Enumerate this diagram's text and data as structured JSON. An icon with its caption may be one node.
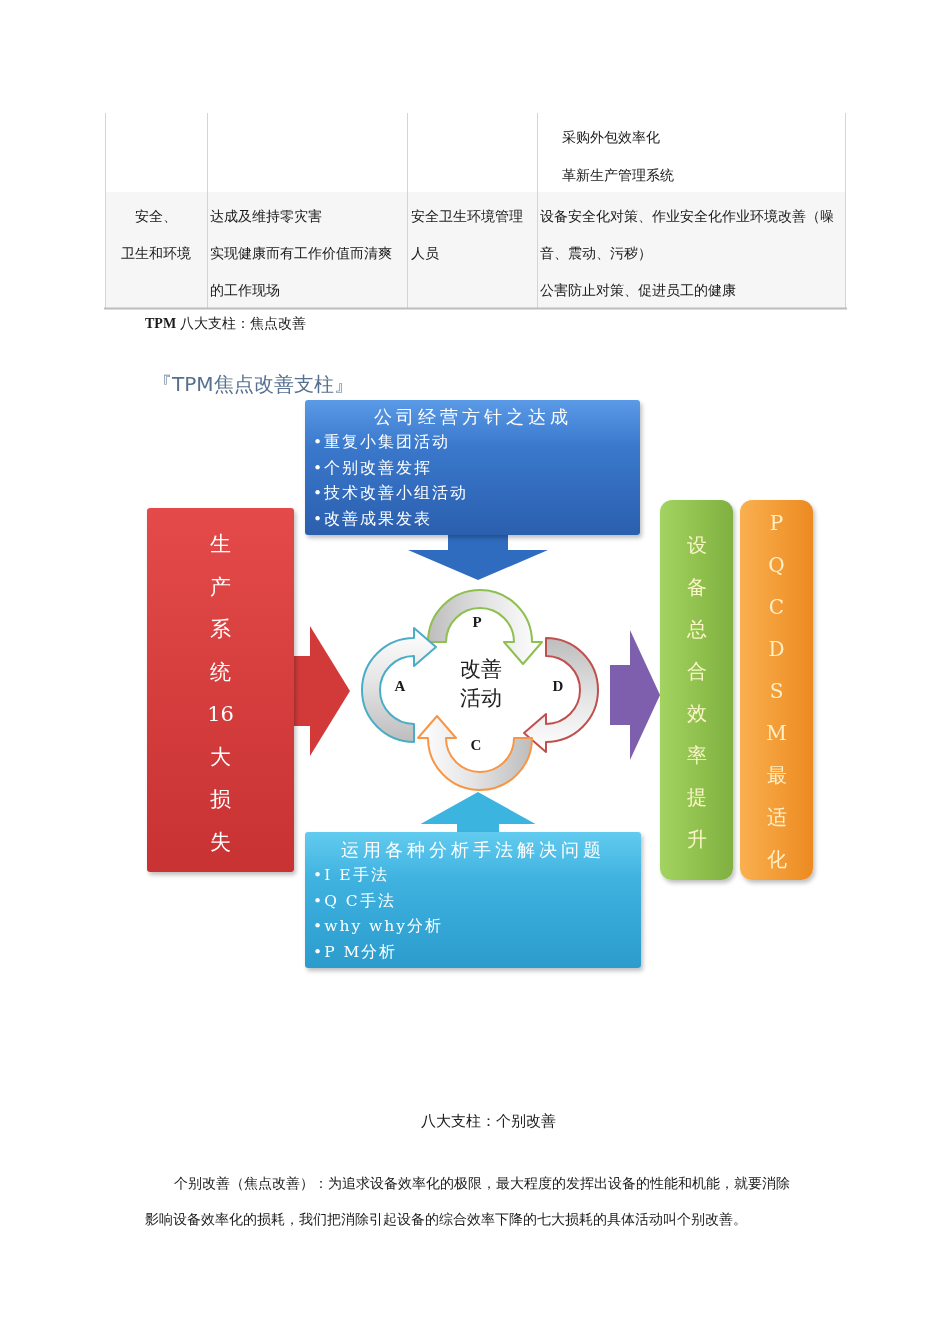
{
  "diagram": {
    "title": "『TPM焦点改善支柱』",
    "nodes": [
      {
        "text": [
          "公司经营方针之达成",
          "•重复小集团活动",
          "•个别改善发挥",
          "•技术改善小组活动",
          "•改善成果发表"
        ]
      },
      {
        "text": [
          "生产系统16大损失"
        ]
      },
      {
        "text": [
          "改善活动"
        ]
      },
      {
        "text": [
          "设备总合效率提升"
        ]
      },
      {
        "text": [
          "PQCDSM最适化"
        ]
      },
      {
        "text": [
          "运用各种分析手法解决问题",
          "•I E手法",
          "•Q C手法",
          "•why why分析",
          "•P M分析"
        ]
      }
    ],
    "edges": [
      {
        "from": 0,
        "to": 2,
        "arrow": "to",
        "color": "#2f6cc0"
      },
      {
        "from": 1,
        "to": 2,
        "arrow": "to",
        "color": "#d23a3a"
      },
      {
        "from": 5,
        "to": 2,
        "arrow": "to",
        "color": "#3cb4e0"
      },
      {
        "from": 2,
        "to": 3,
        "arrow": "to",
        "color": "#7e5fae"
      }
    ],
    "labels": [
      "采购外包效率化",
      "革新生产管理系统",
      "安全、卫生和环境",
      "达成及维持零灾害",
      "实现健康而有工作价值而清爽的工作现场",
      "安全卫生环境管理人员",
      "设备安全化对策、作业安全化作业环境改善（噪音、震动、污秽）",
      "公害防止对策、促进员工的健康",
      "**TPM** 八大支柱：焦点改善",
      "P",
      "A",
      "D",
      "C",
      "八大支柱：个别改善",
      "个别改善（焦点改善）：为追求设备效率化的极限，最大程度的发挥出设备的性能和机能，就要消除影响设备效率化的损耗，我们把消除引起设备的综合效率下降的七大损耗的具体活动叫个别改善。"
    ]
  }
}
